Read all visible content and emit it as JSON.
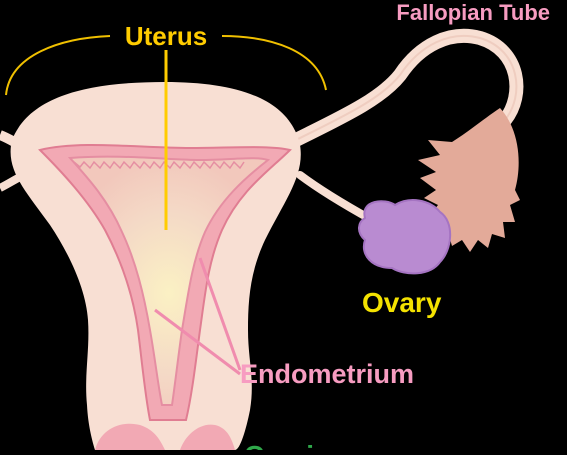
{
  "labels": {
    "uterus": "Uterus",
    "fallopian_tube": "Fallopian Tube",
    "ovary": "Ovary",
    "endometrium": "Endometrium",
    "cervix": "Cervix"
  },
  "colors": {
    "background": "#000000",
    "uterus_body": "#f8dfd3",
    "uterine_wall": "#f2a9b4",
    "wall_edge": "#e07d92",
    "cavity": "#f3d0c3",
    "cavity_glow": "#fbf1c4",
    "fimbriae": "#e3aa99",
    "ovary": "#b98bd1",
    "label_yellow": "#ffcc00",
    "label_pink": "#f79cc1",
    "label_green": "#2fa84a",
    "pointer_pink": "#f08cae",
    "bracket": "#f0c000"
  }
}
